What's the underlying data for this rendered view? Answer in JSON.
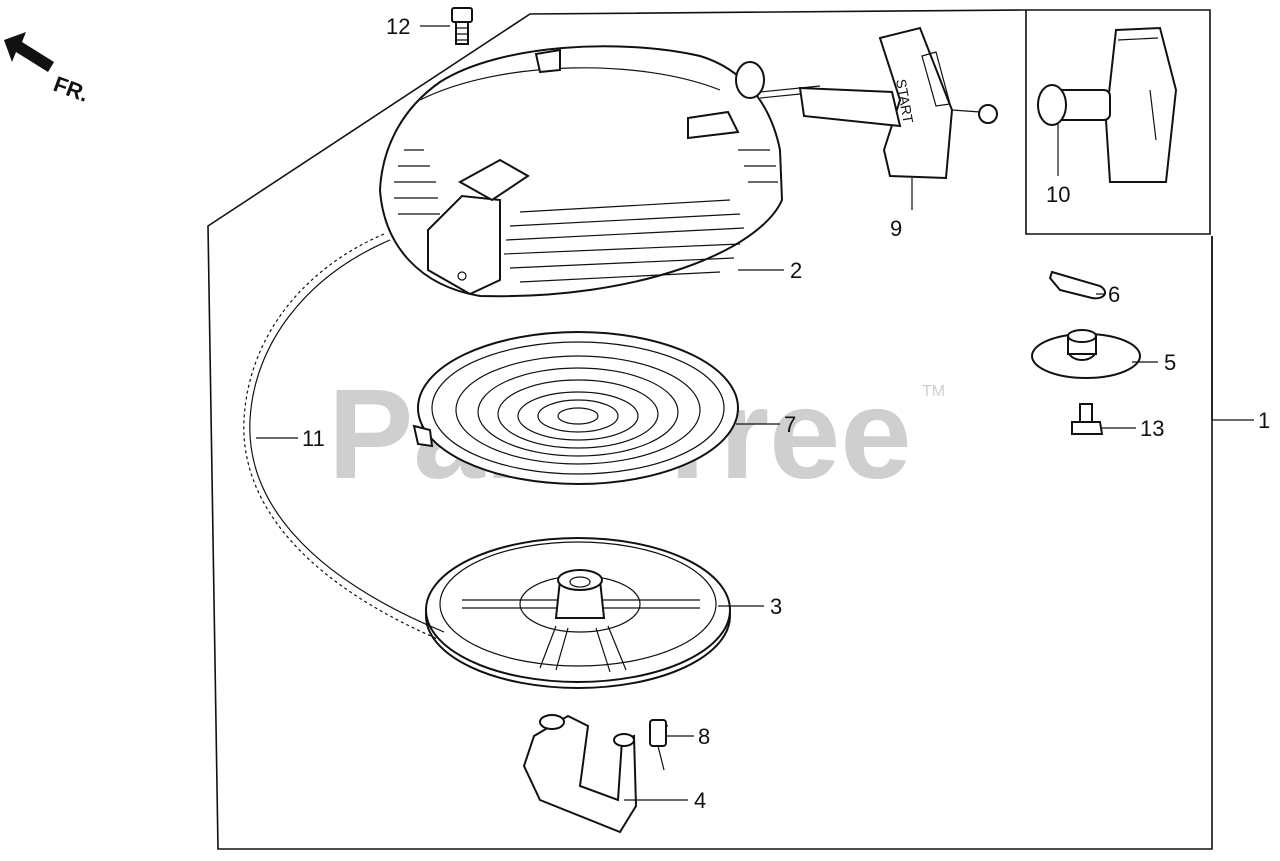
{
  "direction_label": "FR.",
  "handle_label": "START",
  "watermark": {
    "text": "PartsTree",
    "tm": "TM"
  },
  "callouts": {
    "c1": "1",
    "c2": "2",
    "c3": "3",
    "c4": "4",
    "c5": "5",
    "c6": "6",
    "c7": "7",
    "c8": "8",
    "c9": "9",
    "c10": "10",
    "c11": "11",
    "c12": "12",
    "c13": "13"
  },
  "colors": {
    "ink": "#111111",
    "watermark": "#cfcfcf",
    "background": "#ffffff"
  }
}
